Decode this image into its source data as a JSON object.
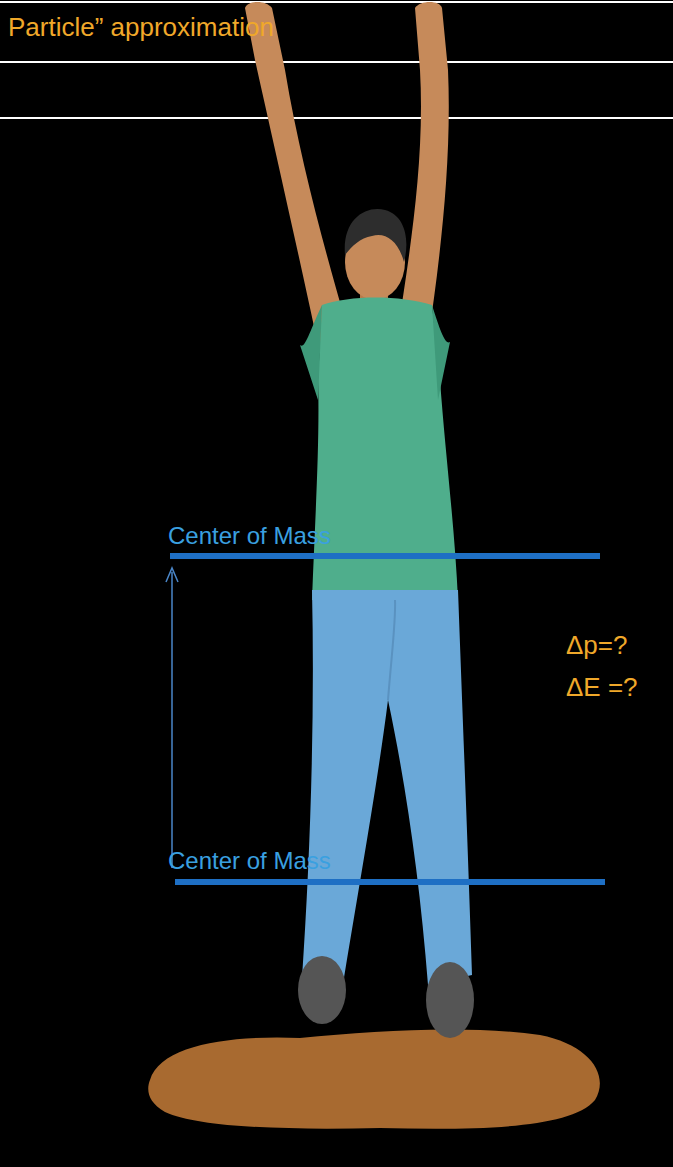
{
  "diagram": {
    "title": "Particle” approximation",
    "labels": [
      "Center of Mass",
      "Center of Mass",
      "Δp=?",
      "ΔE =?"
    ]
  }
}
